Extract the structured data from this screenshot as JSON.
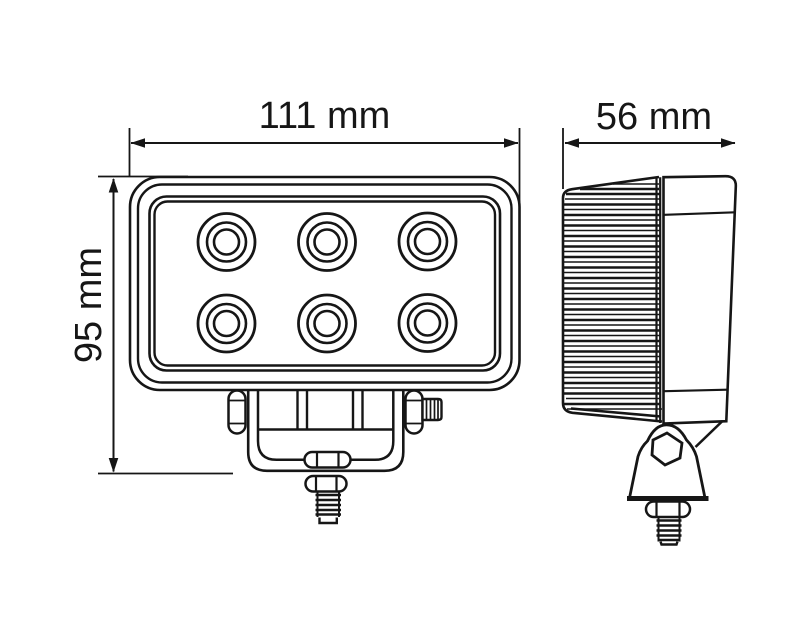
{
  "page": {
    "background": "#ffffff"
  },
  "drawing": {
    "line_color": "#161616",
    "dimensions": {
      "width": "111 mm",
      "height": "95 mm",
      "depth": "56 mm"
    },
    "front_view": {
      "led_rows": 2,
      "led_columns": 3,
      "led_count": 6
    }
  }
}
